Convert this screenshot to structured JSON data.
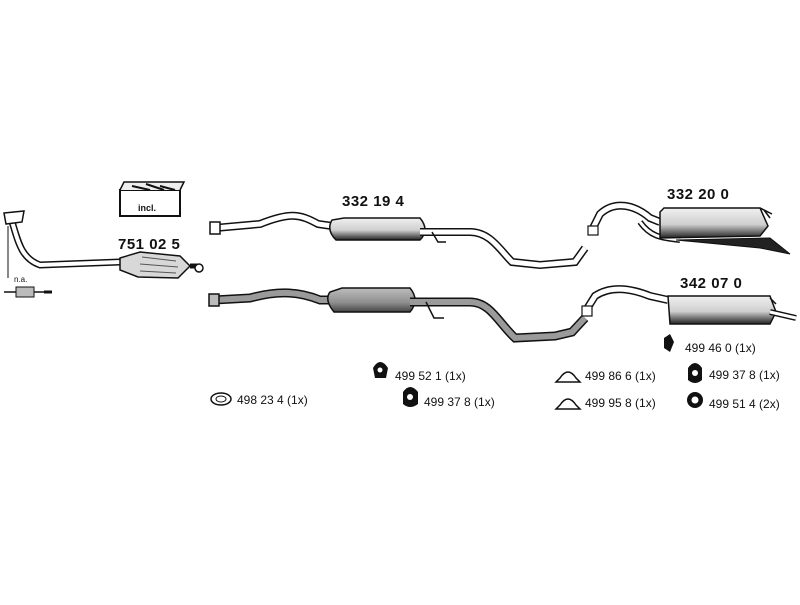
{
  "parts": {
    "catalytic_converter": {
      "number": "751 02 5"
    },
    "front_silencer_top": {
      "number": "332 19 4"
    },
    "rear_silencer_top": {
      "number": "332 20 0"
    },
    "rear_silencer_bottom": {
      "number": "342 07 0"
    },
    "kit_box": {
      "label": "incl."
    },
    "na_note": {
      "label": "n.a."
    }
  },
  "hardware": [
    {
      "id": "ring-gasket",
      "icon": "ring-gasket-icon",
      "label": "498 23 4 (1x)"
    },
    {
      "id": "hanger-a",
      "icon": "rubber-hanger-icon",
      "label": "499 52 1 (1x)"
    },
    {
      "id": "hanger-b",
      "icon": "rubber-mount-icon",
      "label": "499 37 8 (1x)"
    },
    {
      "id": "clamp-a",
      "icon": "pipe-clamp-icon",
      "label": "499 86 6 (1x)"
    },
    {
      "id": "clamp-b",
      "icon": "pipe-clamp-icon",
      "label": "499 95 8  (1x)"
    },
    {
      "id": "hanger-c",
      "icon": "rubber-hanger-icon",
      "label": "499 46 0 (1x)"
    },
    {
      "id": "hanger-d",
      "icon": "rubber-mount-icon",
      "label": "499 37 8 (1x)"
    },
    {
      "id": "hanger-e",
      "icon": "rubber-ring-icon",
      "label": "499 51 4 (2x)"
    }
  ],
  "colors": {
    "line": "#111111",
    "grey_pipe": "#9a9a9a",
    "light_pipe": "#e6e6e6",
    "dark": "#222222"
  }
}
